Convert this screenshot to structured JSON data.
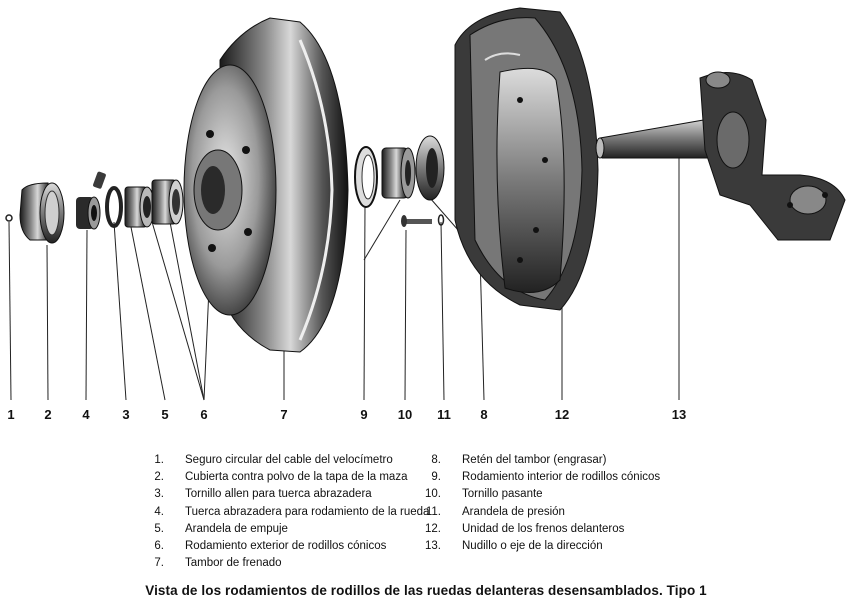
{
  "callouts": [
    {
      "id": "1",
      "label": "1"
    },
    {
      "id": "2",
      "label": "2"
    },
    {
      "id": "4",
      "label": "4"
    },
    {
      "id": "3",
      "label": "3"
    },
    {
      "id": "5",
      "label": "5"
    },
    {
      "id": "6",
      "label": "6"
    },
    {
      "id": "7",
      "label": "7"
    },
    {
      "id": "9",
      "label": "9"
    },
    {
      "id": "10",
      "label": "10"
    },
    {
      "id": "11",
      "label": "11"
    },
    {
      "id": "8",
      "label": "8"
    },
    {
      "id": "12",
      "label": "12"
    },
    {
      "id": "13",
      "label": "13"
    }
  ],
  "legend_left": [
    {
      "num": "1.",
      "text": "Seguro circular del cable del velocímetro"
    },
    {
      "num": "2.",
      "text": "Cubierta contra polvo de la tapa de la maza"
    },
    {
      "num": "3.",
      "text": "Tornillo allen para tuerca abrazadera"
    },
    {
      "num": "4.",
      "text": "Tuerca abrazadera para rodamiento de la rueda"
    },
    {
      "num": "5.",
      "text": "Arandela de empuje"
    },
    {
      "num": "6.",
      "text": "Rodamiento exterior de rodillos cónicos"
    },
    {
      "num": "7.",
      "text": "Tambor de frenado"
    }
  ],
  "legend_right": [
    {
      "num": "8.",
      "text": "Retén del tambor (engrasar)"
    },
    {
      "num": "9.",
      "text": "Rodamiento interior de rodillos cónicos"
    },
    {
      "num": "10.",
      "text": "Tornillo pasante"
    },
    {
      "num": "11.",
      "text": "Arandela de presión"
    },
    {
      "num": "12.",
      "text": "Unidad de los frenos delanteros"
    },
    {
      "num": "13.",
      "text": "Nudillo o eje de la dirección"
    }
  ],
  "caption": "Vista de los rodamientos de rodillos de las ruedas delanteras desensamblados. Tipo 1"
}
